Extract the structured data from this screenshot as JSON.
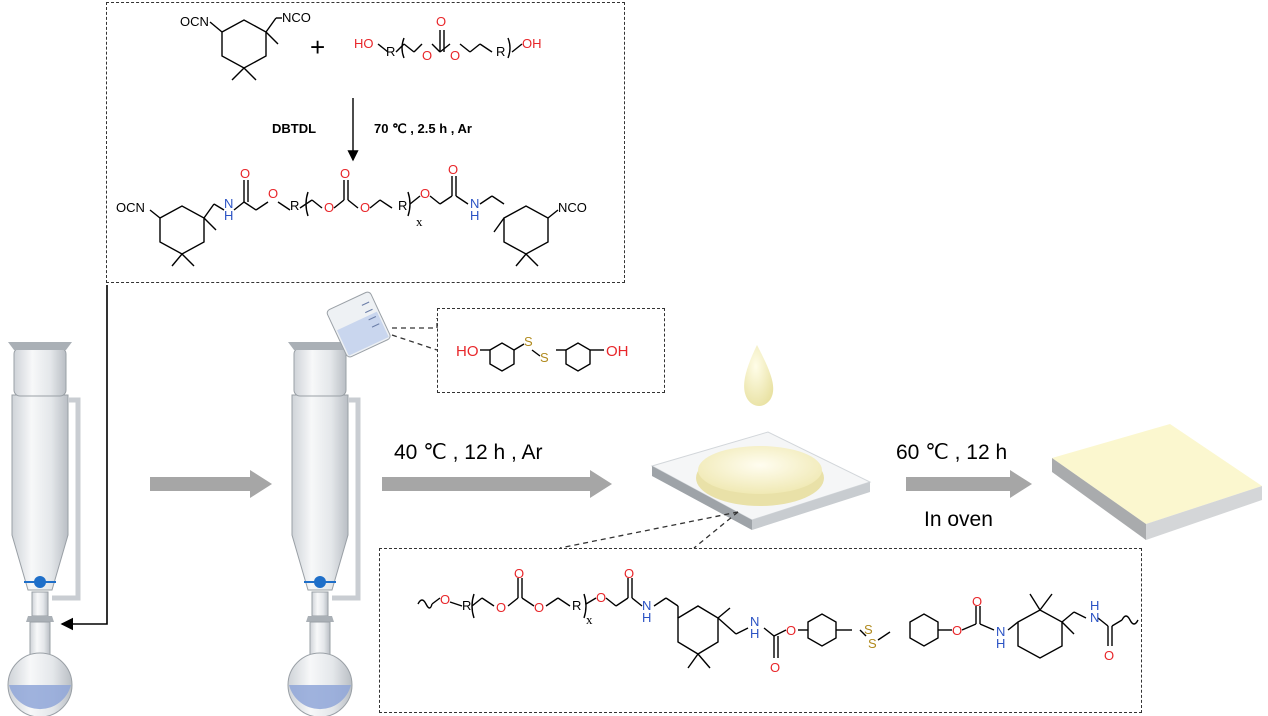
{
  "reaction_step1": {
    "catalyst": "DBTDL",
    "conditions": "70 ℃ , 2.5 h , Ar",
    "plus": "+"
  },
  "reaction_step2": {
    "conditions": "40 ℃ , 12 h , Ar"
  },
  "reaction_step3": {
    "conditions_top": "60 ℃ , 12 h",
    "conditions_bottom": "In oven"
  },
  "labels": {
    "ocn": "OCN",
    "nco": "NCO",
    "ho": "HO",
    "oh": "OH",
    "o": "O",
    "r": "R",
    "nh_n": "N",
    "nh_h": "H",
    "s": "S",
    "x": "x"
  },
  "colors": {
    "oxygen": "#e8262a",
    "nitrogen": "#2b53c4",
    "sulfur": "#b08a1e",
    "arrow": "#a6a6a6",
    "film": "#fbf7cf",
    "liquid": "#8fa6d8"
  }
}
